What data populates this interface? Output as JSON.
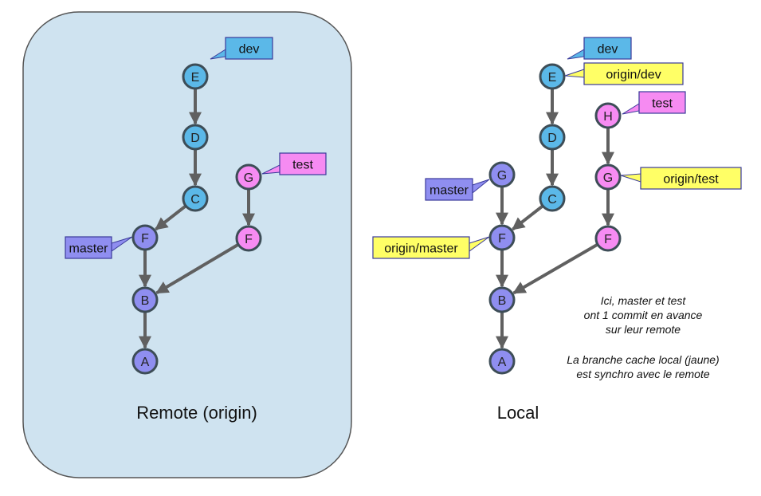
{
  "colors": {
    "panel_fill": "#cfe3f0",
    "panel_stroke": "#555555",
    "node_blue": "#5bb8e8",
    "node_purple": "#8f8ef0",
    "node_pink": "#f68bf2",
    "node_stroke": "#3d4d57",
    "edge": "#606060",
    "tag_blue": "#5bb8e8",
    "tag_purple": "#8f8ef0",
    "tag_pink": "#f68bf2",
    "tag_yellow": "#ffff66",
    "tag_stroke": "#3a3a9a"
  },
  "remote": {
    "caption": "Remote (origin)",
    "nodes": [
      {
        "id": "rE",
        "label": "E",
        "color": "blue"
      },
      {
        "id": "rD",
        "label": "D",
        "color": "blue"
      },
      {
        "id": "rC",
        "label": "C",
        "color": "blue"
      },
      {
        "id": "rF",
        "label": "F",
        "color": "purple"
      },
      {
        "id": "rB",
        "label": "B",
        "color": "purple"
      },
      {
        "id": "rA",
        "label": "A",
        "color": "purple"
      },
      {
        "id": "rG2",
        "label": "G",
        "color": "pink"
      },
      {
        "id": "rF2",
        "label": "F",
        "color": "pink"
      }
    ],
    "tags": [
      {
        "id": "rtag-dev",
        "label": "dev",
        "color": "blue"
      },
      {
        "id": "rtag-test",
        "label": "test",
        "color": "pink"
      },
      {
        "id": "rtag-master",
        "label": "master",
        "color": "purple"
      }
    ]
  },
  "local": {
    "caption": "Local",
    "nodes": [
      {
        "id": "lE",
        "label": "E",
        "color": "blue"
      },
      {
        "id": "lD",
        "label": "D",
        "color": "blue"
      },
      {
        "id": "lC",
        "label": "C",
        "color": "blue"
      },
      {
        "id": "lG",
        "label": "G",
        "color": "purple"
      },
      {
        "id": "lF",
        "label": "F",
        "color": "purple"
      },
      {
        "id": "lB",
        "label": "B",
        "color": "purple"
      },
      {
        "id": "lA",
        "label": "A",
        "color": "purple"
      },
      {
        "id": "lH",
        "label": "H",
        "color": "pink"
      },
      {
        "id": "lG2",
        "label": "G",
        "color": "pink"
      },
      {
        "id": "lF2",
        "label": "F",
        "color": "pink"
      }
    ],
    "tags": [
      {
        "id": "ltag-dev",
        "label": "dev",
        "color": "blue"
      },
      {
        "id": "ltag-origin-dev",
        "label": "origin/dev",
        "color": "yellow"
      },
      {
        "id": "ltag-test",
        "label": "test",
        "color": "pink"
      },
      {
        "id": "ltag-master",
        "label": "master",
        "color": "purple"
      },
      {
        "id": "ltag-origin-test",
        "label": "origin/test",
        "color": "yellow"
      },
      {
        "id": "ltag-origin-master",
        "label": "origin/master",
        "color": "yellow"
      }
    ],
    "notes": [
      "Ici, master et test",
      "ont 1 commit en avance",
      "sur leur remote",
      "La branche cache local (jaune)",
      "est synchro avec le remote"
    ]
  }
}
